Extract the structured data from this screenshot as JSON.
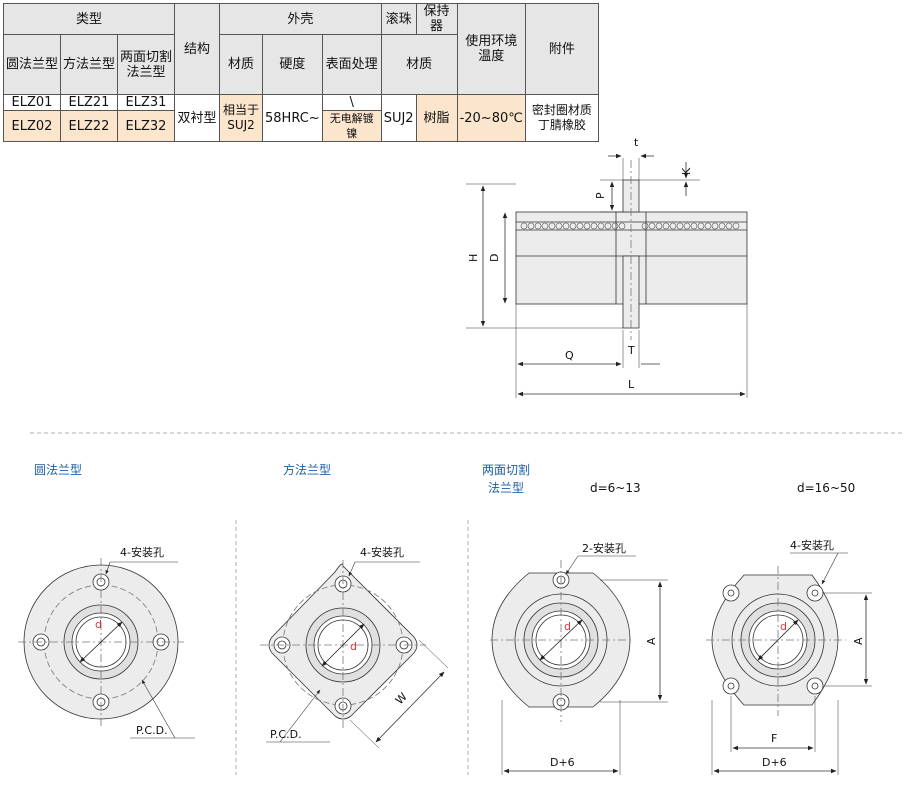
{
  "table": {
    "h_type": "类型",
    "h_round": "圆法兰型",
    "h_square": "方法兰型",
    "h_twoside": "两面切割法兰型",
    "h_struct": "结构",
    "h_shell": "外壳",
    "h_material": "材质",
    "h_hardness": "硬度",
    "h_surface": "表面处理",
    "h_ball": "滚珠",
    "h_retainer": "保持器",
    "h_ball_material": "材质",
    "h_temp": "使用环境温度",
    "h_accessory": "附件",
    "row1": [
      "ELZ01",
      "ELZ21",
      "ELZ31"
    ],
    "row2": [
      "ELZ02",
      "ELZ22",
      "ELZ32"
    ],
    "struct": "双衬型",
    "shell_material": "相当于SUJ2",
    "hardness": "58HRC~",
    "surface_1": "\\",
    "surface_2": "无电解镀镍",
    "ball": "SUJ2",
    "retainer": "树脂",
    "temp": "-20~80℃",
    "accessory": "密封圈材质丁腈橡胶"
  },
  "side_view": {
    "t": "t",
    "K": "K",
    "P": "P",
    "H": "H",
    "D": "D",
    "Q": "Q",
    "T": "T",
    "L": "L"
  },
  "views": {
    "round_title": "圆法兰型",
    "square_title": "方法兰型",
    "twoside_title_1": "两面切割",
    "twoside_title_2": "法兰型",
    "range_small": "d=6~13",
    "range_large": "d=16~50",
    "holes4": "4-安装孔",
    "holes2": "2-安装孔",
    "pcd": "P.C.D.",
    "d": "d",
    "W": "W",
    "A": "A",
    "F": "F",
    "D6": "D+6"
  }
}
